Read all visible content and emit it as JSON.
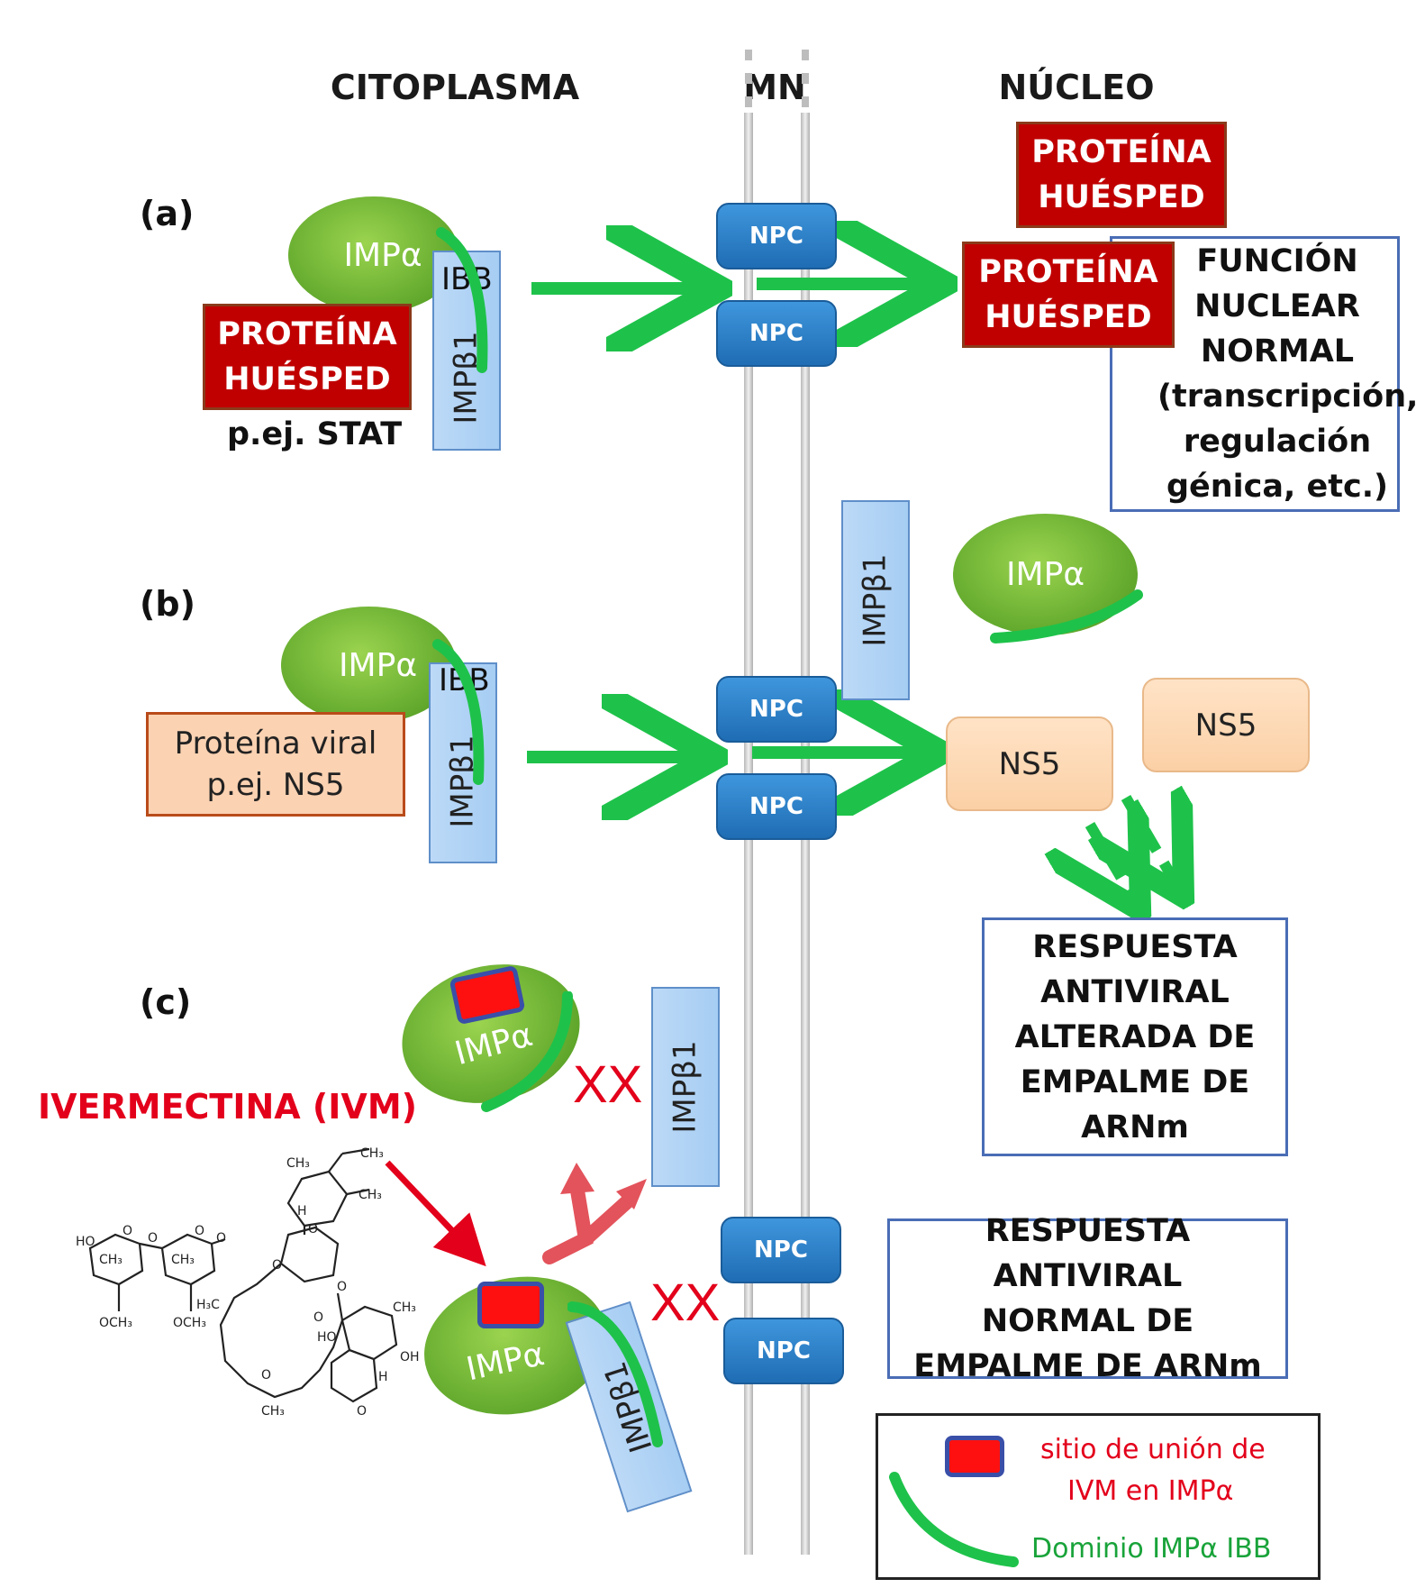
{
  "headers": {
    "cytoplasm": "CITOPLASMA",
    "membrane": "MN",
    "nucleus": "NÚCLEO"
  },
  "panel_a": {
    "label": "(a)",
    "imp_alpha": "IMPα",
    "ibb": "IBB",
    "imp_beta": "IMPβ1",
    "host_protein_line1": "PROTEÍNA",
    "host_protein_line2": "HUÉSPED",
    "example": "p.ej. STAT",
    "npc_top": "NPC",
    "npc_bottom": "NPC",
    "nuclear_host_line1": "PROTEÍNA",
    "nuclear_host_line2": "HUÉSPED",
    "nuclear_host2_line1": "PROTEÍNA",
    "nuclear_host2_line2": "HUÉSPED",
    "function_lines": [
      "FUNCIÓN",
      "NUCLEAR",
      "NORMAL",
      "(transcripción,",
      "regulación",
      "génica, etc.)"
    ]
  },
  "panel_b": {
    "label": "(b)",
    "imp_alpha": "IMPα",
    "ibb": "IBB",
    "imp_beta": "IMPβ1",
    "viral_line1": "Proteína viral",
    "viral_line2": "p.ej. NS5",
    "npc_top": "NPC",
    "npc_bottom": "NPC",
    "nuc_imp_beta": "IMPβ1",
    "nuc_imp_alpha": "IMPα",
    "ns5_a": "NS5",
    "ns5_b": "NS5",
    "response_lines": [
      "RESPUESTA",
      "ANTIVIRAL",
      "ALTERADA DE",
      "EMPALME DE",
      "ARNm"
    ]
  },
  "panel_c": {
    "label": "(c)",
    "imp_alpha_top": "IMPα",
    "imp_beta_top": "IMPβ1",
    "block_top": "XX",
    "ivermectin": "IVERMECTINA (IVM)",
    "imp_alpha_bottom": "IMPα",
    "imp_beta_bottom": "IMPβ1",
    "block_bottom": "XX",
    "npc_top": "NPC",
    "npc_bottom": "NPC",
    "response_lines": [
      "RESPUESTA ANTIVIRAL",
      "NORMAL DE",
      "EMPALME DE ARNm"
    ],
    "molecule_labels": [
      "CH₃",
      "CH₃",
      "CH₃",
      "H",
      "O",
      "O",
      "H₃C",
      "O",
      "O",
      "CH₃",
      "HO",
      "HO",
      "O",
      "O",
      "O",
      "O",
      "O",
      "CH₃",
      "CH₃",
      "CH₃",
      "OH",
      "H",
      "O",
      "OCH₃",
      "OCH₃"
    ]
  },
  "legend": {
    "binding_site_line1": "sitio de unión de",
    "binding_site_line2": "IVM en IMPα",
    "ibb_domain": "Dominio IMPα IBB"
  },
  "colors": {
    "green": "#1ec24a",
    "red": "#e3001b",
    "host": "#c00000",
    "npc": "#2a7cc7"
  }
}
